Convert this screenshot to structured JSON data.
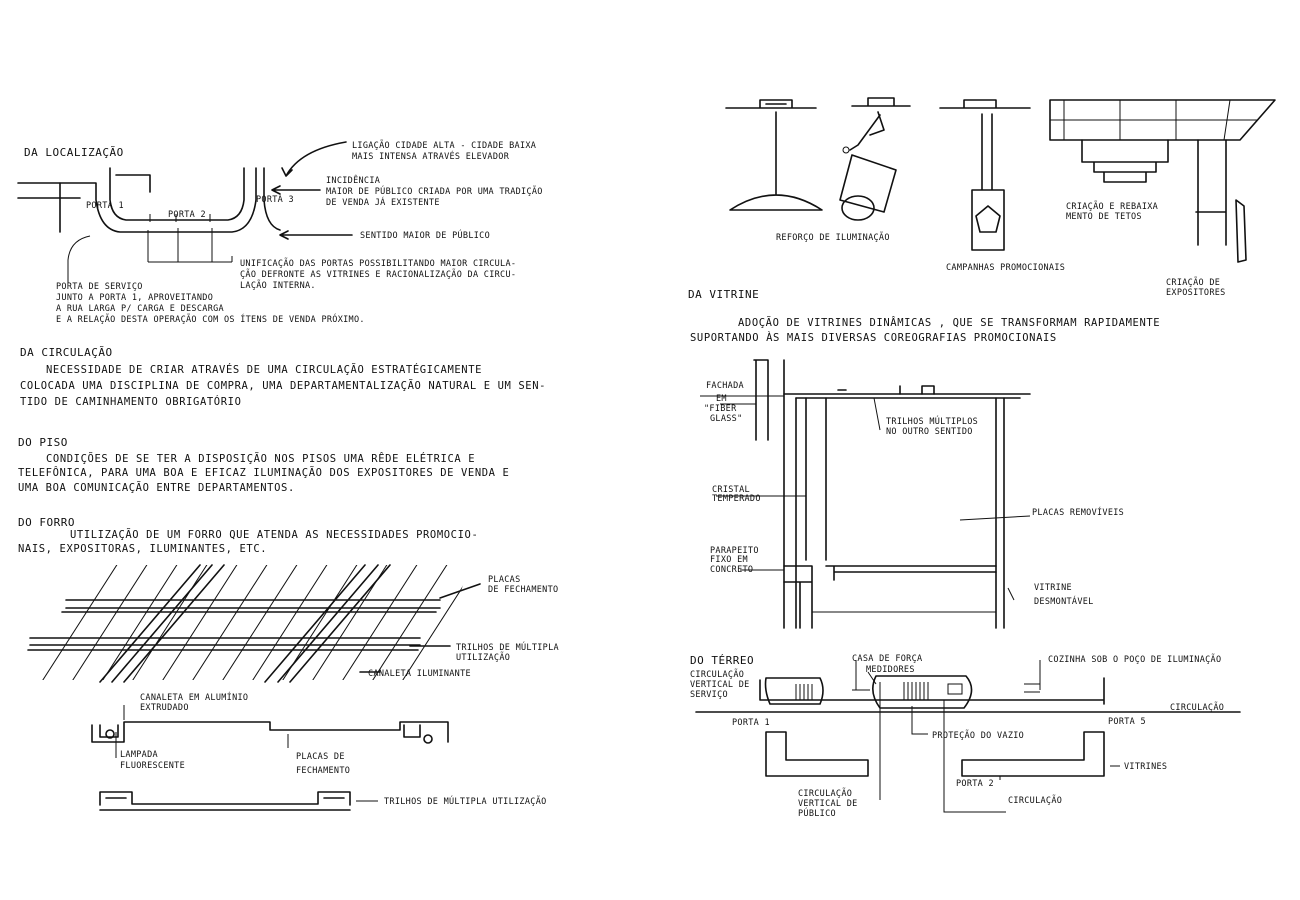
{
  "left": {
    "localizacao": {
      "heading": "DA   LOCALIZAÇÃO",
      "note_top": [
        "LIGAÇÃO  CIDADE ALTA - CIDADE BAIXA",
        "MAIS  INTENSA  ATRAVÉS  ELEVADOR"
      ],
      "note_incidencia": [
        "INCIDÊNCIA",
        "MAIOR DE PÚBLICO  CRIADA  POR UMA  TRADIÇÃO",
        "DE  VENDA  JÁ   EXISTENTE"
      ],
      "porta1": "PORTA 1",
      "porta2": "PORTA 2",
      "porta3": "PORTA 3",
      "sentido": "SENTIDO MAIOR DE PÚBLICO",
      "unificacao": [
        "UNIFICAÇÃO  DAS PORTAS  POSSIBILITANDO MAIOR CIRCULA-",
        "ÇÃO DEFRONTE  AS  VITRINES E RACIONALIZAÇÃO  DA  CIRCU-",
        "LAÇÃO  INTERNA."
      ],
      "servico": [
        "PORTA  DE  SERVIÇO",
        "JUNTO  A PORTA 1,  APROVEITANDO",
        "A  RUA  LARGA  P/ CARGA  E  DESCARGA",
        "E  A  RELAÇÃO  DESTA  OPERAÇÃO  COM  OS  ÍTENS  DE  VENDA  PRÓXIMO."
      ]
    },
    "circulacao": {
      "heading": "DA   CIRCULAÇÃO",
      "lines": [
        "NECESSIDADE   DE   CRIAR   ATRAVÉS   DE   UMA  CIRCULAÇÃO  ESTRATÉGICAMENTE",
        "COLOCADA  UMA  DISCIPLINA  DE  COMPRA,  UMA  DEPARTAMENTALIZAÇÃO  NATURAL  E  UM  SEN-",
        "TIDO   DE   CAMINHAMENTO   OBRIGATÓRIO"
      ]
    },
    "piso": {
      "heading": "DO   PISO",
      "lines": [
        "CONDIÇÕES    DE   SE   TER   A  DISPOSIÇÃO   NOS    PISOS    UMA   RÊDE  ELÉTRICA   E",
        "TELEFÔNICA,   PARA  UMA  BOA  E  EFICAZ  ILUMINAÇÃO  DOS   EXPOSITORES   DE  VENDA  E",
        "UMA  BOA  COMUNICAÇÃO  ENTRE  DEPARTAMENTOS."
      ]
    },
    "forro": {
      "heading": "DO   FORRO",
      "lines": [
        "UTILIZAÇÃO   DE   UM   FORRO   QUE   ATENDA     AS   NECESSIDADES   PROMOCIO-",
        "NAIS,  EXPOSITORAS,  ILUMINANTES,  ETC."
      ],
      "placas": [
        "PLACAS",
        "DE  FECHAMENTO"
      ],
      "trilhos": [
        "TRILHOS  DE  MÚLTIPLA",
        "UTILIZAÇÃO"
      ],
      "canaleta_ilum": "CANALETA   ILUMINANTE",
      "canaleta_alum": [
        "CANALETA  EM  ALUMÍNIO",
        "EXTRUDADO"
      ],
      "lampada": [
        "LAMPADA",
        "FLUORESCENTE"
      ],
      "placas_fech": [
        "PLACAS  DE",
        "FECHAMENTO"
      ],
      "trilhos_mult": "TRILHOS  DE  MÚLTIPLA  UTILIZAÇÃO"
    }
  },
  "right": {
    "top": {
      "reforco": "REFORÇO  DE  ILUMINAÇÃO",
      "campanhas": "CAMPANHAS  PROMOCIONAIS",
      "rebaixa": [
        "CRIAÇÃO  E  REBAIXA",
        "MENTO   DE   TETOS"
      ],
      "expositores": [
        "CRIAÇÃO  DE",
        "EXPOSITORES"
      ]
    },
    "vitrine": {
      "heading": "DA   VITRINE",
      "lines": [
        "ADOÇÃO  DE  VITRINES    DINÂMICAS ,  QUE   SE  TRANSFORMAM  RAPIDAMENTE",
        "SUPORTANDO   ÀS    MAIS  DIVERSAS  COREOGRAFIAS  PROMOCIONAIS"
      ],
      "fachada": [
        "FACHADA",
        "EM",
        "\"FIBER",
        "GLASS\""
      ],
      "trilhos": [
        "TRILHOS  MÚLTIPLOS",
        "NO  OUTRO  SENTIDO"
      ],
      "cristal": [
        "CRISTAL",
        "TEMPERADO"
      ],
      "placas": "PLACAS  REMOVÍVEIS",
      "parapeito": [
        "PARAPEITO",
        "FIXO  EM",
        "CONCRETO"
      ],
      "vitrine_desm": [
        "VITRINE",
        "DESMONTÁVEL"
      ]
    },
    "terreo": {
      "heading": "DO   TÉRREO",
      "casa_forca": "CASA DE FORÇA",
      "medidores": "MEDIDORES",
      "cozinha": "COZINHA  SOB O POÇO DE ILUMINAÇÃO",
      "circ_servico": [
        "CIRCULAÇÃO",
        "VERTICAL  DE",
        "SERVIÇO"
      ],
      "circulacao_r": "CIRCULAÇÃO",
      "porta1": "PORTA 1",
      "porta5": "PORTA 5",
      "protecao": "PROTEÇÃO  DO VAZIO",
      "vitrines": "VITRINES",
      "porta2": "PORTA 2",
      "circ_publico": [
        "CIRCULAÇÃO",
        "VERTICAL  DE",
        "PÚBLICO"
      ],
      "circulacao_b": "CIRCULAÇÃO"
    }
  }
}
